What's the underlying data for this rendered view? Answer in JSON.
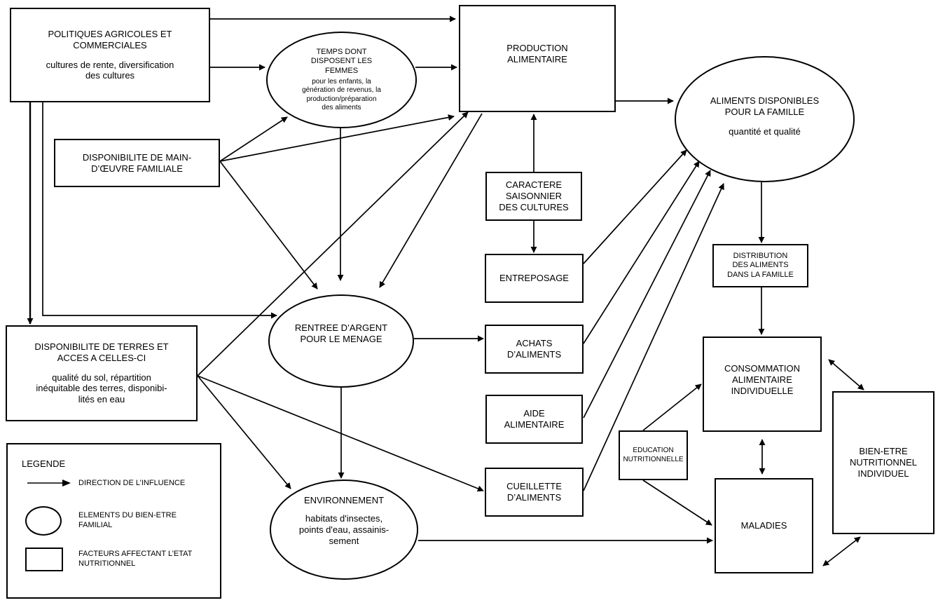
{
  "diagram": {
    "type": "causal-flow-diagram",
    "language": "fr",
    "nodes": {
      "politiques": {
        "title": "POLITIQUES AGRICOLES ET\nCOMMERCIALES",
        "subtitle": "cultures de rente, diversification\ndes cultures",
        "shape": "rectangle"
      },
      "temps_femmes": {
        "title": "TEMPS DONT\nDISPOSENT LES\nFEMMES",
        "subtitle": "pour les enfants, la\ngénération de revenus, la\nproduction/préparation\ndes aliments",
        "shape": "ellipse"
      },
      "production": {
        "title": "PRODUCTION\nALIMENTAIRE",
        "shape": "rectangle"
      },
      "aliments_disponibles": {
        "title": "ALIMENTS DISPONIBLES\nPOUR LA FAMILLE",
        "subtitle": "quantité et qualité",
        "shape": "ellipse"
      },
      "main_oeuvre": {
        "title": "DISPONIBILITE DE MAIN-\nD’ŒUVRE FAMILIALE",
        "shape": "rectangle"
      },
      "caractere_saisonnier": {
        "title": "CARACTERE\nSAISONNIER\nDES CULTURES",
        "shape": "rectangle"
      },
      "entreposage": {
        "title": "ENTREPOSAGE",
        "shape": "rectangle"
      },
      "distribution": {
        "title": "DISTRIBUTION\nDES ALIMENTS\nDANS LA FAMILLE",
        "shape": "rectangle"
      },
      "terres": {
        "title": "DISPONIBILITE DE TERRES ET\nACCES A CELLES-CI",
        "subtitle": "qualité du sol, répartition\ninéquitable des terres, disponibi-\nlités en eau",
        "shape": "rectangle"
      },
      "rentree_argent": {
        "title": "RENTREE D’ARGENT\nPOUR LE MENAGE",
        "shape": "ellipse"
      },
      "achats": {
        "title": "ACHATS\nD’ALIMENTS",
        "shape": "rectangle"
      },
      "consommation": {
        "title": "CONSOMMATION\nALIMENTAIRE\nINDIVIDUELLE",
        "shape": "rectangle"
      },
      "aide": {
        "title": "AIDE\nALIMENTAIRE",
        "shape": "rectangle"
      },
      "bien_etre": {
        "title": "BIEN-ETRE\nNUTRITIONNEL\nINDIVIDUEL",
        "shape": "rectangle"
      },
      "education": {
        "title": "EDUCATION\nNUTRITIONNELLE",
        "shape": "rectangle"
      },
      "cueillette": {
        "title": "CUEILLETTE\nD’ALIMENTS",
        "shape": "rectangle"
      },
      "environnement": {
        "title": "ENVIRONNEMENT",
        "subtitle": "habitats d'insectes,\npoints d'eau, assainis-\nsement",
        "shape": "ellipse"
      },
      "maladies": {
        "title": "MALADIES",
        "shape": "rectangle"
      }
    },
    "edges": [
      {
        "from": "politiques",
        "to": "production",
        "direction": "forward"
      },
      {
        "from": "politiques",
        "to": "temps_femmes",
        "direction": "forward"
      },
      {
        "from": "politiques",
        "to": "terres",
        "direction": "forward"
      },
      {
        "from": "politiques",
        "to": "rentree_argent",
        "direction": "forward"
      },
      {
        "from": "temps_femmes",
        "to": "production",
        "direction": "forward"
      },
      {
        "from": "temps_femmes",
        "to": "rentree_argent",
        "direction": "forward"
      },
      {
        "from": "main_oeuvre",
        "to": "temps_femmes",
        "direction": "forward"
      },
      {
        "from": "main_oeuvre",
        "to": "production",
        "direction": "forward"
      },
      {
        "from": "main_oeuvre",
        "to": "rentree_argent",
        "direction": "forward"
      },
      {
        "from": "production",
        "to": "aliments_disponibles",
        "direction": "forward"
      },
      {
        "from": "production",
        "to": "rentree_argent",
        "direction": "forward"
      },
      {
        "from": "terres",
        "to": "production",
        "direction": "forward"
      },
      {
        "from": "terres",
        "to": "environnement",
        "direction": "forward"
      },
      {
        "from": "terres",
        "to": "cueillette",
        "direction": "forward"
      },
      {
        "from": "caractere_saisonnier",
        "to": "production",
        "direction": "forward"
      },
      {
        "from": "caractere_saisonnier",
        "to": "entreposage",
        "direction": "forward"
      },
      {
        "from": "entreposage",
        "to": "aliments_disponibles",
        "direction": "forward"
      },
      {
        "from": "achats",
        "to": "aliments_disponibles",
        "direction": "forward"
      },
      {
        "from": "aide",
        "to": "aliments_disponibles",
        "direction": "forward"
      },
      {
        "from": "cueillette",
        "to": "aliments_disponibles",
        "direction": "forward"
      },
      {
        "from": "rentree_argent",
        "to": "achats",
        "direction": "forward"
      },
      {
        "from": "rentree_argent",
        "to": "environnement",
        "direction": "forward"
      },
      {
        "from": "aliments_disponibles",
        "to": "distribution",
        "direction": "forward"
      },
      {
        "from": "distribution",
        "to": "consommation",
        "direction": "forward"
      },
      {
        "from": "education",
        "to": "consommation",
        "direction": "forward"
      },
      {
        "from": "education",
        "to": "maladies",
        "direction": "forward"
      },
      {
        "from": "environnement",
        "to": "maladies",
        "direction": "forward"
      },
      {
        "from": "consommation",
        "to": "maladies",
        "direction": "both"
      },
      {
        "from": "consommation",
        "to": "bien_etre",
        "direction": "both"
      },
      {
        "from": "maladies",
        "to": "bien_etre",
        "direction": "both"
      }
    ]
  },
  "legend": {
    "title": "LEGENDE",
    "items": [
      {
        "symbol": "arrow",
        "label": "DIRECTION DE L’INFLUENCE"
      },
      {
        "symbol": "ellipse",
        "label": "ELEMENTS DU BIEN-ETRE\nFAMILIAL"
      },
      {
        "symbol": "rectangle",
        "label": "FACTEURS AFFECTANT L’ETAT\nNUTRITIONNEL"
      }
    ]
  },
  "colors": {
    "stroke": "#000000",
    "background": "#ffffff"
  }
}
